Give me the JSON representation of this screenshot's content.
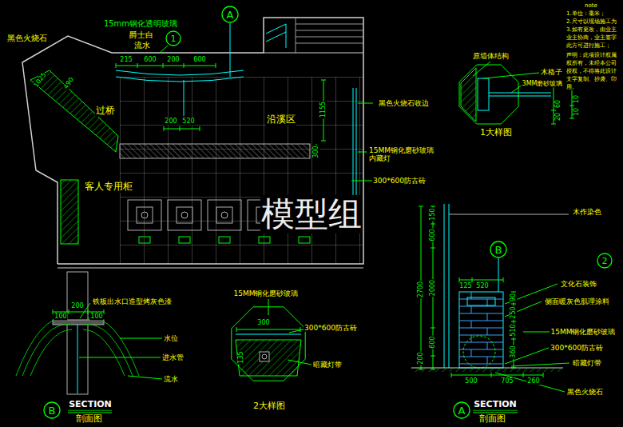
{
  "diagram": {
    "nodes": [
      {
        "text": [
          "A"
        ]
      },
      {
        "text": [
          "1"
        ]
      },
      {
        "text": [
          "B"
        ]
      },
      {
        "text": [
          "2"
        ]
      },
      {
        "text": [
          "B"
        ]
      },
      {
        "text": [
          "A"
        ]
      }
    ],
    "labels": [
      "15mm钢化透明玻璃",
      "爵士白",
      "流水",
      "黑色火烧石",
      "215",
      "600",
      "200",
      "600",
      "1025",
      "490",
      "200",
      "520",
      "1155",
      "过桥",
      "沿溪区",
      "客人专用柜",
      "黑色火烧石收边",
      "15MM钢化磨砂玻璃 内藏灯",
      "300*600防古砖",
      "300",
      "模型组",
      "note",
      "1.单位：毫米；",
      "2.尺寸以现场施工为",
      "3.如有更改，由业主",
      "业主协商，业主签字",
      "此方可进行施工；",
      "声明：此项设计权属",
      "权所有，未经本公司",
      "授权，不得将此设计",
      "文字复制、抄袭、印",
      "用。",
      "原墙体结构",
      "木格子",
      "3MM磨砂玻璃",
      "60",
      "20",
      "10",
      "10",
      "1大样图",
      "木作染色",
      "文化石装饰",
      "侧面暖灰色肌理涂料",
      "15MM钢化磨砂玻璃",
      "300*600防古砖",
      "暗藏灯带",
      "黑色火烧石",
      "2700",
      "2000",
      "600",
      "150",
      "600",
      "200",
      "125",
      "520",
      "90",
      "250",
      "510",
      "360",
      "500",
      "705",
      "260",
      "SECTION",
      "剖面图",
      "铁板出水口造型烤灰色漆",
      "200",
      "100",
      "100",
      "水位",
      "进水管",
      "流水",
      "SECTION",
      "剖面图",
      "15MM钢化磨砂玻璃",
      "300",
      "300*600防古砖",
      "135",
      "暗藏灯带",
      "2大样图"
    ]
  }
}
